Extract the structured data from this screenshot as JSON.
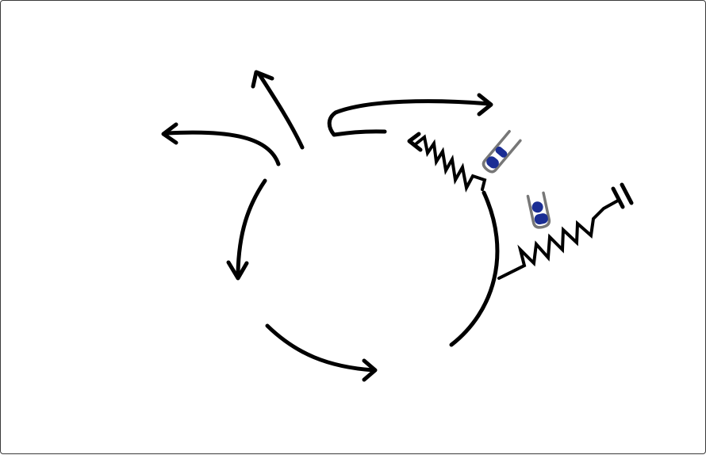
{
  "diagram": {
    "colors": {
      "line": "#000000",
      "cylinder_outline": "#777777",
      "piston_fill": "#1b2e94",
      "border": "#3a3a3a",
      "background": "#ffffff"
    },
    "elements": [
      "cycle-arc-left",
      "cycle-arc-bottom",
      "cycle-arc-right",
      "branch-arrow-left",
      "branch-arrow-up",
      "branch-arrow-top-right",
      "spring-upper",
      "spring-lower",
      "ground-symbol",
      "cylinder-upper",
      "cylinder-lower"
    ]
  }
}
